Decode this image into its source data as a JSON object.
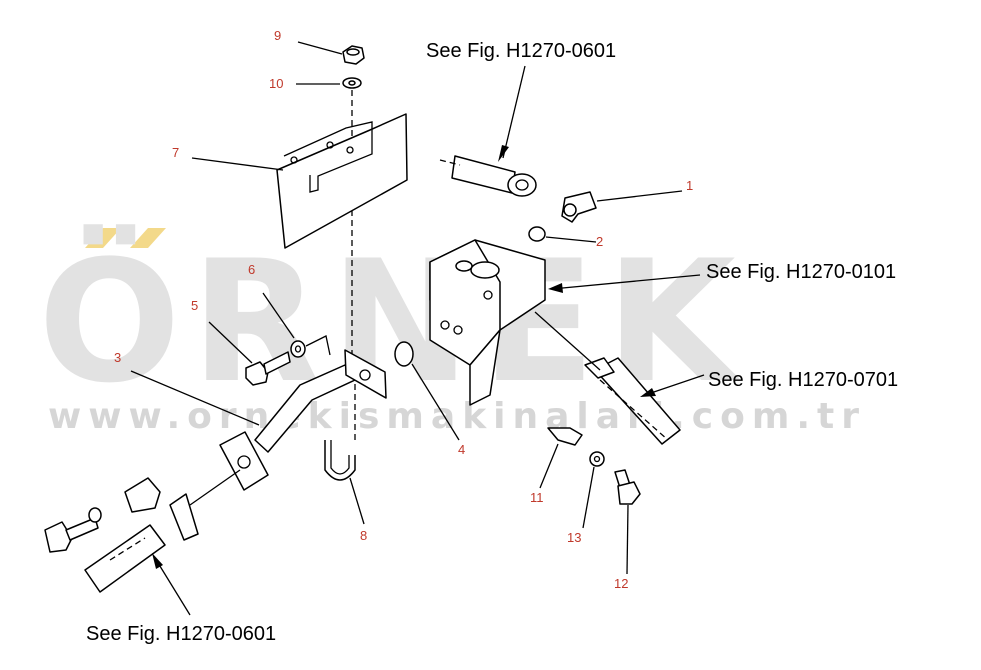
{
  "watermark": {
    "brand": "ÖRNEK",
    "url": "www.ornekismakinalari.com.tr",
    "accent_color": "#f3d98a",
    "text_color": "#e2e2e2"
  },
  "references": {
    "ref_top": "See Fig. H1270-0601",
    "ref_right_1": "See Fig. H1270-0101",
    "ref_right_2": "See Fig. H1270-0701",
    "ref_bottom": "See Fig. H1270-0601"
  },
  "callouts": {
    "n1": "1",
    "n2": "2",
    "n3": "3",
    "n4": "4",
    "n5": "5",
    "n6": "6",
    "n7": "7",
    "n8": "8",
    "n9": "9",
    "n10": "10",
    "n11": "11",
    "n12": "12",
    "n13": "13"
  },
  "colors": {
    "callout": "#c0392b",
    "line": "#000000"
  }
}
